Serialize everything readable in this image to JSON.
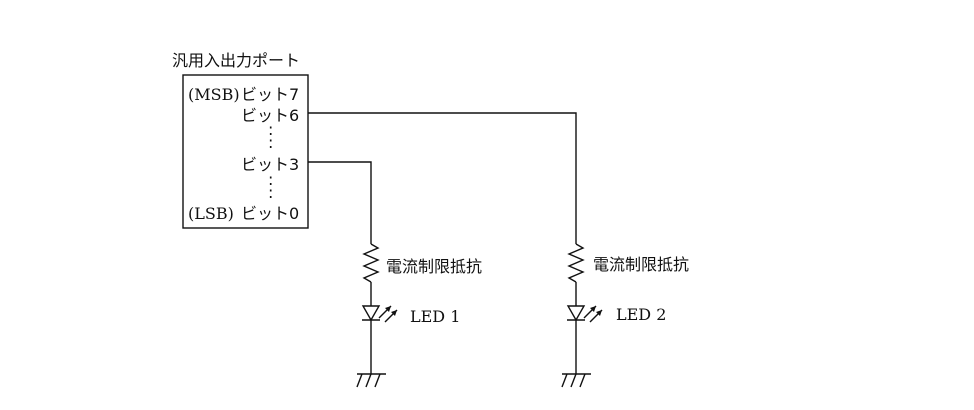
{
  "port": {
    "title": "汎用入出力ポート",
    "msb_tag": "(MSB)",
    "lsb_tag": "(LSB)",
    "bit7": "ビット7",
    "bit6": "ビット6",
    "bit3": "ビット3",
    "bit0": "ビット0",
    "dots": ":"
  },
  "branch1": {
    "resistor_label": "電流制限抵抗",
    "led_label": "LED 1"
  },
  "branch2": {
    "resistor_label": "電流制限抵抗",
    "led_label": "LED 2"
  },
  "colors": {
    "line": "#111111",
    "background": "#ffffff"
  },
  "icons": [
    "resistor-icon",
    "led-icon",
    "ground-icon"
  ]
}
